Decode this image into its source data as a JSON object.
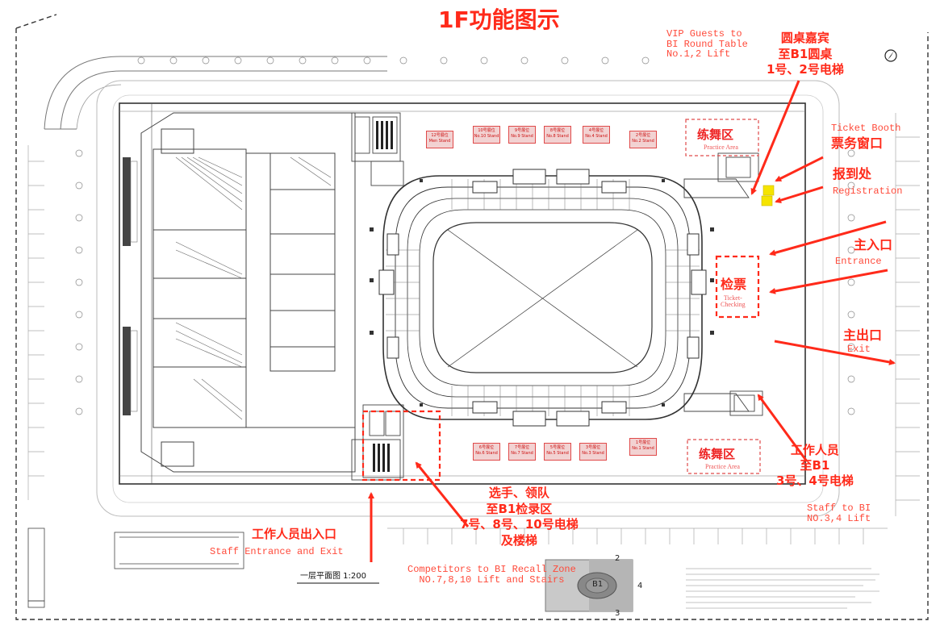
{
  "map": {
    "title": "1F功能图示",
    "scale_label": "一层平面图 1:200",
    "labels": {
      "vip_en": [
        "VIP Guests to",
        "BI Round Table",
        "No.1,2 Lift"
      ],
      "vip_cn": [
        "圆桌嘉宾",
        "至B1圆桌",
        "1号、2号电梯"
      ],
      "ticket_booth_en": "Ticket Booth",
      "ticket_booth_cn": "票务窗口",
      "registration_cn": "报到处",
      "registration_en": "Registration",
      "main_entrance_cn": "主入口",
      "main_entrance_en": "Entrance",
      "ticket_check_cn": "检票",
      "ticket_check_en": [
        "Ticket-",
        "Checking"
      ],
      "main_exit_cn": "主出口",
      "main_exit_en": "Exit",
      "staff_b1_cn": [
        "工作人员",
        "至B1",
        "3号、4号电梯"
      ],
      "staff_b1_en": [
        "Staff to BI",
        "NO.3,4 Lift"
      ],
      "competitors_cn": [
        "选手、领队",
        "至B1检录区",
        "7号、8号、10号电梯",
        "及楼梯"
      ],
      "competitors_en": [
        "Competitors to BI Recall Zone",
        "NO.7,8,10 Lift and Stairs"
      ],
      "staff_exit_cn": "工作人员出入口",
      "staff_exit_en": "Staff Entrance and Exit",
      "practice_top_cn": "练舞区",
      "practice_top_en": "Practice Area",
      "practice_bottom_cn": "练舞区",
      "practice_bottom_en": "Practice Area",
      "b1_inset": "B1",
      "b1_inset_numbers": [
        "2",
        "4",
        "3"
      ]
    },
    "stands_top": [
      "12号展位\nMen Stand",
      "10号展位\nNo.10 Stand",
      "9号展位\nNo.9 Stand",
      "8号展位\nNo.8 Stand",
      "4号展位\nNo.4 Stand",
      "2号展位\nNo.2 Stand"
    ],
    "stands_bottom": [
      "6号展位\nNo.6 Stand",
      "7号展位\nNo.7 Stand",
      "5号展位\nNo.5 Stand",
      "3号展位\nNo.3 Stand",
      "1号展位\nNo.1 Stand"
    ],
    "colors": {
      "annotation_red": "#ff2a1a",
      "registration_yellow": "#f5e400",
      "stand_fill": "#f2d2d2",
      "plan_lines": "#555555"
    }
  }
}
